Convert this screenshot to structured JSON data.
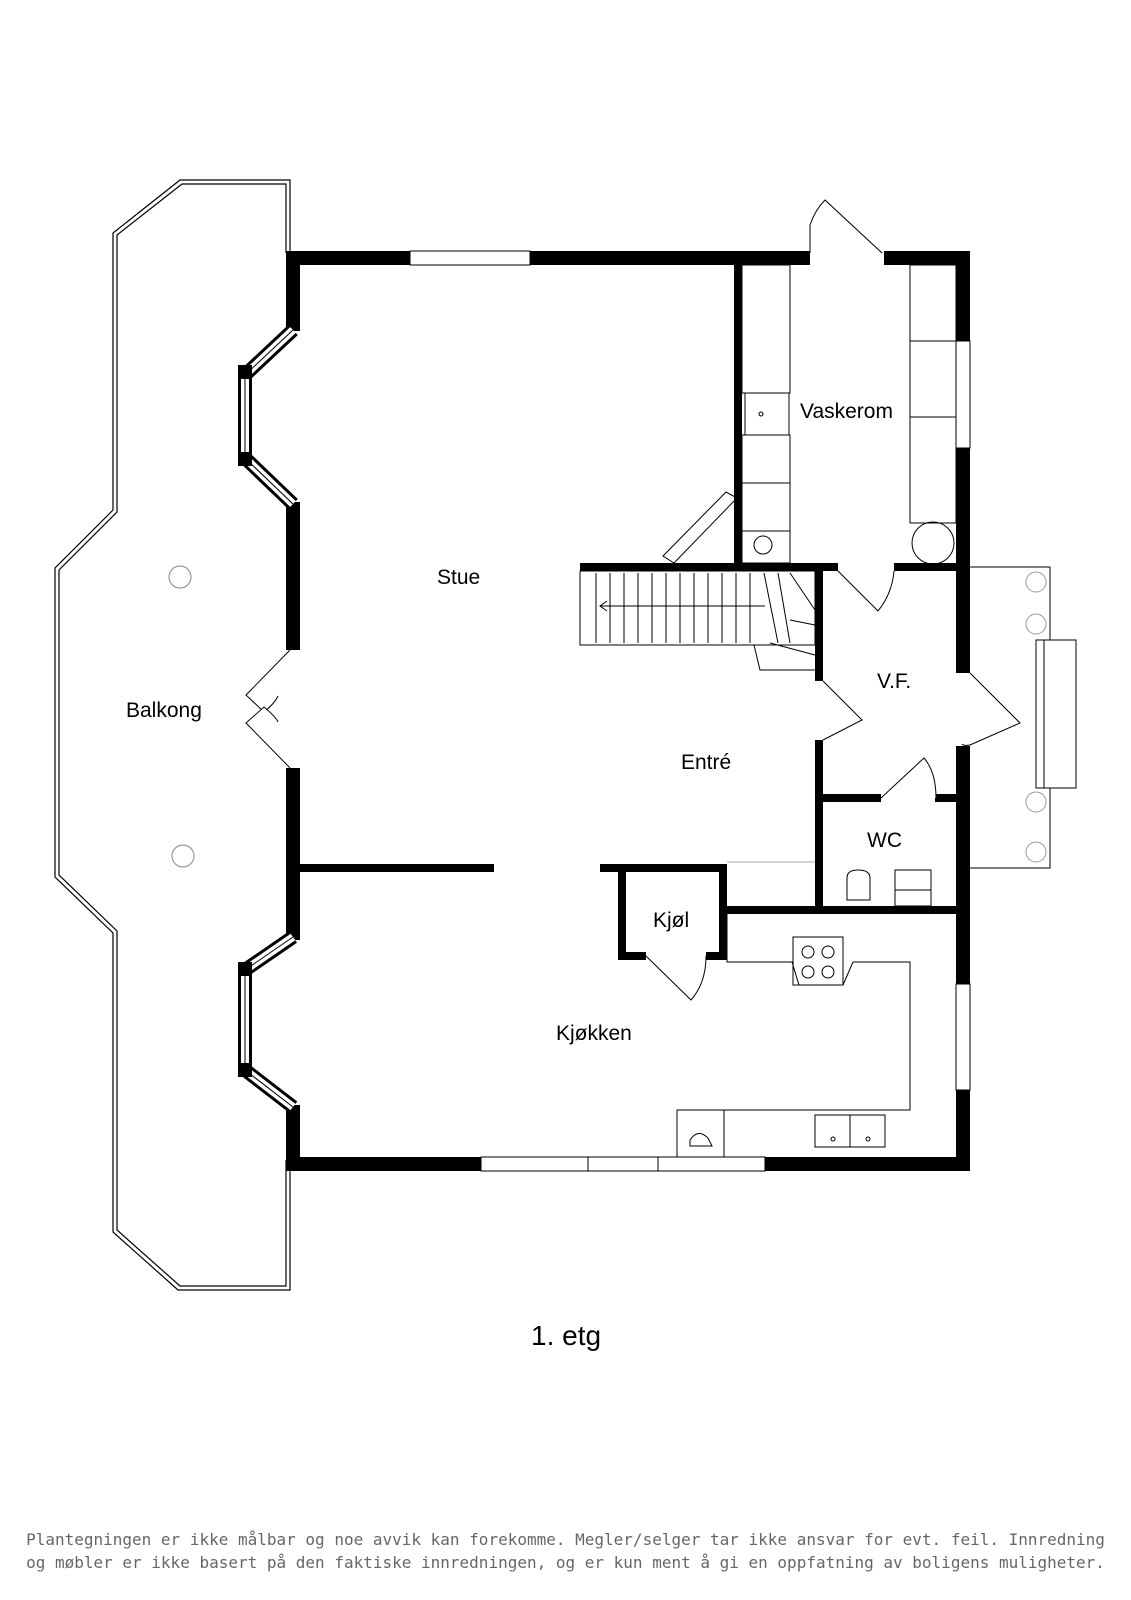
{
  "rooms": {
    "vaskerom": "Vaskerom",
    "stue": "Stue",
    "balkong": "Balkong",
    "vf": "V.F.",
    "entre": "Entré",
    "wc": "WC",
    "kjol": "Kjøl",
    "kjokken": "Kjøkken"
  },
  "floor_label": "1. etg",
  "disclaimer": {
    "line1": "Plantegningen er ikke målbar og noe avvik kan forekomme. Megler/selger tar ikke ansvar for evt. feil. Innredning",
    "line2": "og møbler er ikke basert på den faktiske innredningen, og er kun ment å gi en oppfatning av boligens muligheter."
  }
}
